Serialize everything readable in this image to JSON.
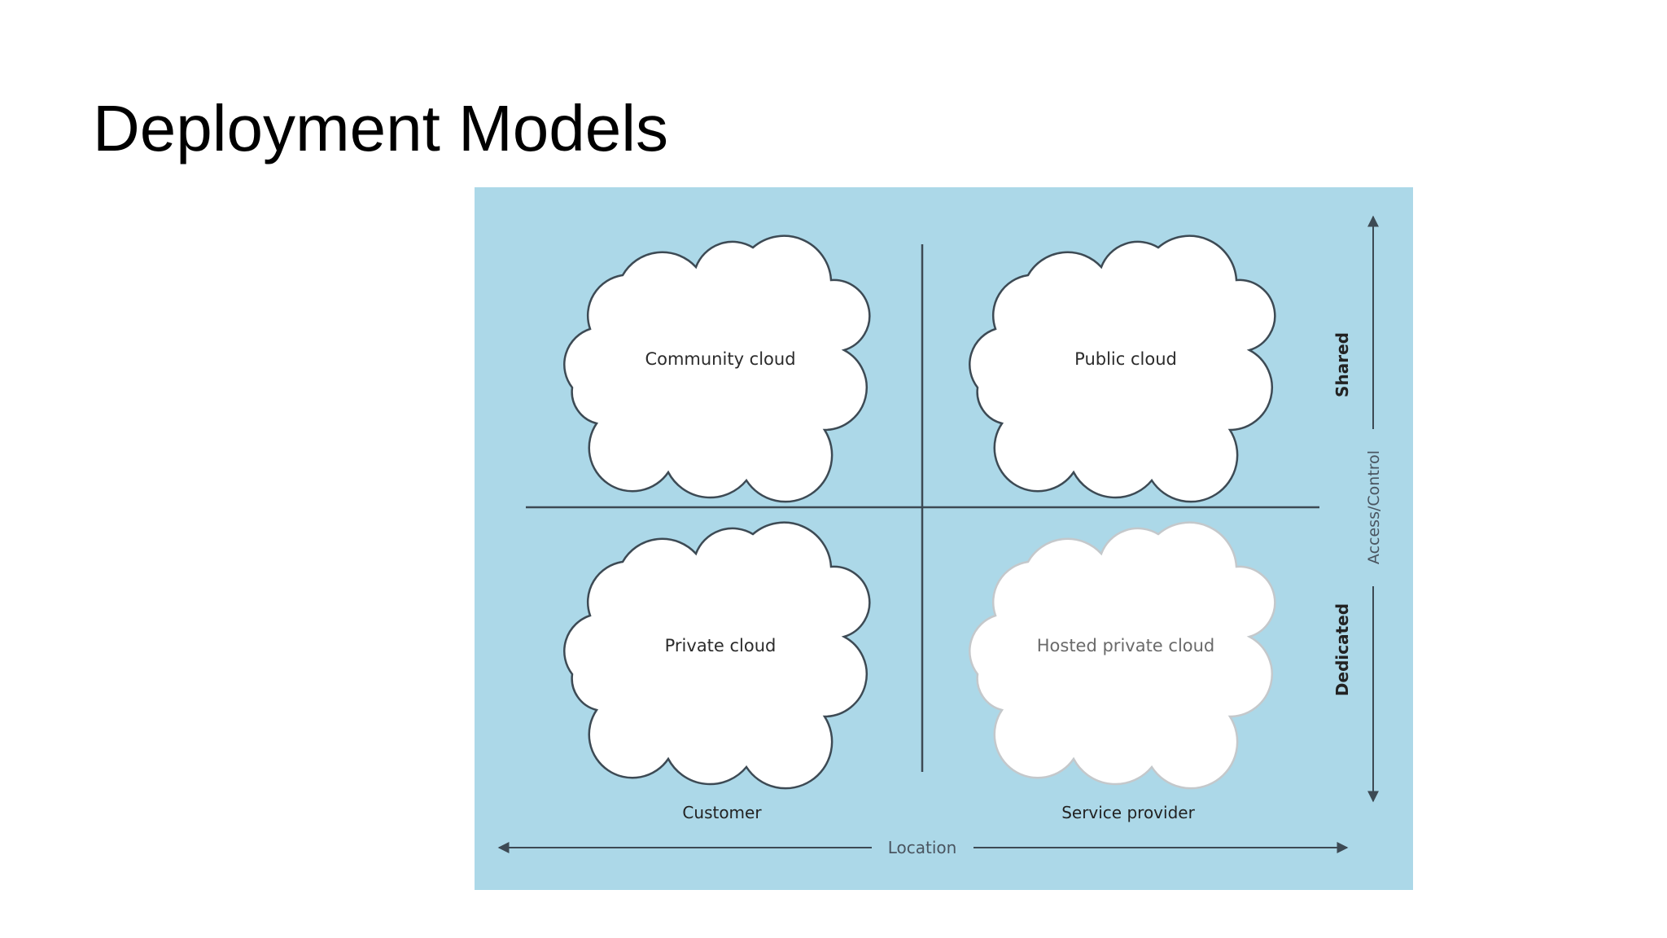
{
  "slide": {
    "title": "Deployment Models"
  },
  "diagram": {
    "background_color": "#acd8e8",
    "line_color": "#3d4a54",
    "quadrants": {
      "top_left": {
        "label": "Community cloud"
      },
      "top_right": {
        "label": "Public cloud"
      },
      "bottom_left": {
        "label": "Private cloud"
      },
      "bottom_right": {
        "label": "Hosted private cloud"
      }
    },
    "columns": {
      "left_label": "Customer",
      "right_label": "Service provider"
    },
    "x_axis": {
      "label": "Location"
    },
    "y_axis": {
      "label": "Access/Control",
      "top_label": "Shared",
      "bottom_label": "Dedicated"
    }
  }
}
